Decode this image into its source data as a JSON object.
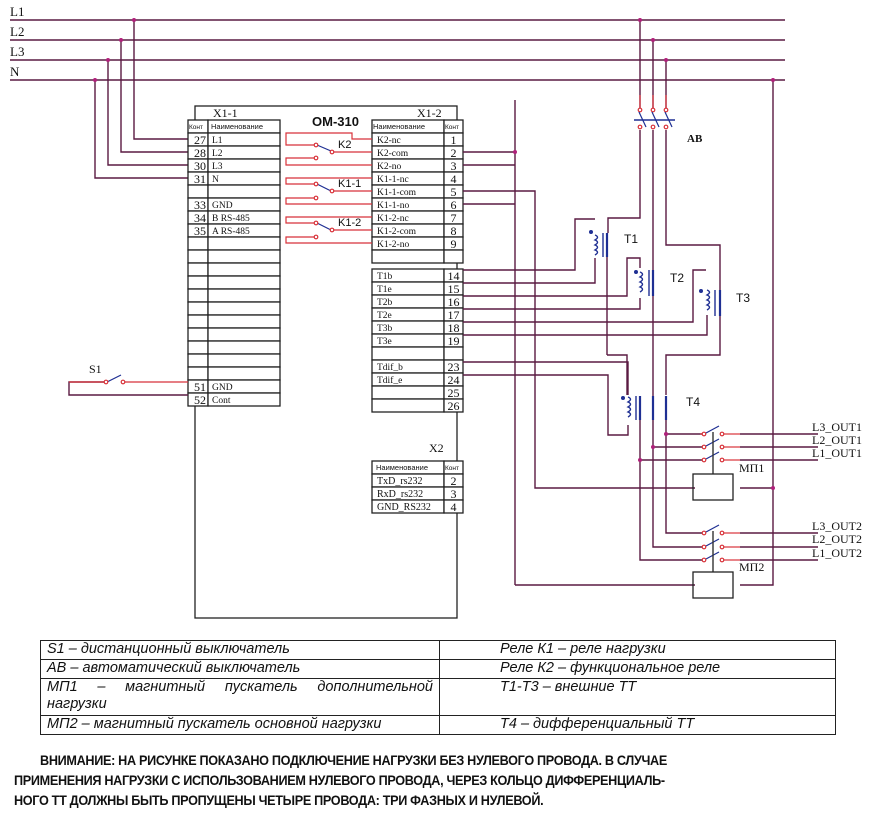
{
  "bus": {
    "lines": [
      {
        "label": "L1"
      },
      {
        "label": "L2"
      },
      {
        "label": "L3"
      },
      {
        "label": "N"
      }
    ],
    "wire_color": "#5a1a42",
    "contact_color": "#d8323a",
    "transformer_color": "#1f2f93"
  },
  "device": {
    "title": "ОМ-310",
    "x1_1": {
      "title": "X1-1",
      "header": {
        "contact": "Конт",
        "name": "Наименование"
      },
      "rows": [
        {
          "contact": "27",
          "name": "L1"
        },
        {
          "contact": "28",
          "name": "L2"
        },
        {
          "contact": "30",
          "name": "L3"
        },
        {
          "contact": "31",
          "name": "N"
        },
        {
          "contact": "",
          "name": ""
        },
        {
          "contact": "33",
          "name": "GND"
        },
        {
          "contact": "34",
          "name": "B RS-485"
        },
        {
          "contact": "35",
          "name": "A RS-485"
        },
        {
          "contact": "",
          "name": ""
        },
        {
          "contact": "",
          "name": ""
        },
        {
          "contact": "",
          "name": ""
        },
        {
          "contact": "",
          "name": ""
        },
        {
          "contact": "",
          "name": ""
        },
        {
          "contact": "",
          "name": ""
        },
        {
          "contact": "",
          "name": ""
        },
        {
          "contact": "",
          "name": ""
        },
        {
          "contact": "",
          "name": ""
        },
        {
          "contact": "",
          "name": ""
        },
        {
          "contact": "",
          "name": ""
        },
        {
          "contact": "51",
          "name": "GND"
        },
        {
          "contact": "52",
          "name": "Cont"
        }
      ]
    },
    "x1_2": {
      "title": "X1-2",
      "header": {
        "name": "Наименование",
        "contact": "Конт"
      },
      "rows": [
        {
          "name": "K2-nc",
          "contact": "1"
        },
        {
          "name": "K2-com",
          "contact": "2"
        },
        {
          "name": "K2-no",
          "contact": "3"
        },
        {
          "name": "K1-1-nc",
          "contact": "4"
        },
        {
          "name": "K1-1-com",
          "contact": "5"
        },
        {
          "name": "K1-1-no",
          "contact": "6"
        },
        {
          "name": "K1-2-nc",
          "contact": "7"
        },
        {
          "name": "K1-2-com",
          "contact": "8"
        },
        {
          "name": "K1-2-no",
          "contact": "9"
        },
        {
          "name": "",
          "contact": ""
        },
        {
          "name": "T1b",
          "contact": "14"
        },
        {
          "name": "T1e",
          "contact": "15"
        },
        {
          "name": "T2b",
          "contact": "16"
        },
        {
          "name": "T2e",
          "contact": "17"
        },
        {
          "name": "T3b",
          "contact": "18"
        },
        {
          "name": "T3e",
          "contact": "19"
        },
        {
          "name": "",
          "contact": ""
        },
        {
          "name": "Tdif_b",
          "contact": "23"
        },
        {
          "name": "Tdif_e",
          "contact": "24"
        },
        {
          "name": "",
          "contact": "25"
        },
        {
          "name": "",
          "contact": "26"
        }
      ]
    },
    "x2": {
      "title": "X2",
      "header": {
        "name": "Наименование",
        "contact": "Конт"
      },
      "rows": [
        {
          "name": "TxD_rs232",
          "contact": "2"
        },
        {
          "name": "RxD_rs232",
          "contact": "3"
        },
        {
          "name": "GND_RS232",
          "contact": "4"
        }
      ]
    },
    "relays": [
      {
        "label": "K2"
      },
      {
        "label": "K1-1"
      },
      {
        "label": "K1-2"
      }
    ]
  },
  "components": {
    "switch_s1": "S1",
    "breaker": "АВ",
    "transformers": [
      "T1",
      "T2",
      "T3",
      "T4"
    ],
    "starter_1": "МП1",
    "starter_2": "МП2",
    "outputs_1": [
      "L3_OUT1",
      "L2_OUT1",
      "L1_OUT1"
    ],
    "outputs_2": [
      "L3_OUT2",
      "L2_OUT2",
      "L1_OUT2"
    ]
  },
  "legend": {
    "rows": [
      {
        "left": "S1 – дистанционный выключатель",
        "right": "Реле К1 – реле нагрузки"
      },
      {
        "left": "АВ – автоматический выключатель",
        "right": "Реле К2 – функциональное реле"
      },
      {
        "left": "МП1 – магнитный пускатель дополнительной нагрузки",
        "right": "Т1-Т3 – внешние ТТ"
      },
      {
        "left": "МП2 – магнитный пускатель основной нагрузки",
        "right": "Т4 – дифференциальный ТТ"
      }
    ]
  },
  "note": {
    "lines": [
      "ВНИМАНИЕ: НА РИСУНКЕ ПОКАЗАНО ПОДКЛЮЧЕНИЕ НАГРУЗКИ БЕЗ НУЛЕВОГО ПРОВОДА. В СЛУЧАЕ",
      "ПРИМЕНЕНИЯ НАГРУЗКИ С ИСПОЛЬЗОВАНИЕМ НУЛЕВОГО ПРОВОДА, ЧЕРЕЗ КОЛЬЦО ДИФФЕРЕНЦИАЛЬ-",
      "НОГО ТТ ДОЛЖНЫ БЫТЬ ПРОПУЩЕНЫ ЧЕТЫРЕ ПРОВОДА: ТРИ ФАЗНЫХ  И НУЛЕВОЙ."
    ]
  }
}
